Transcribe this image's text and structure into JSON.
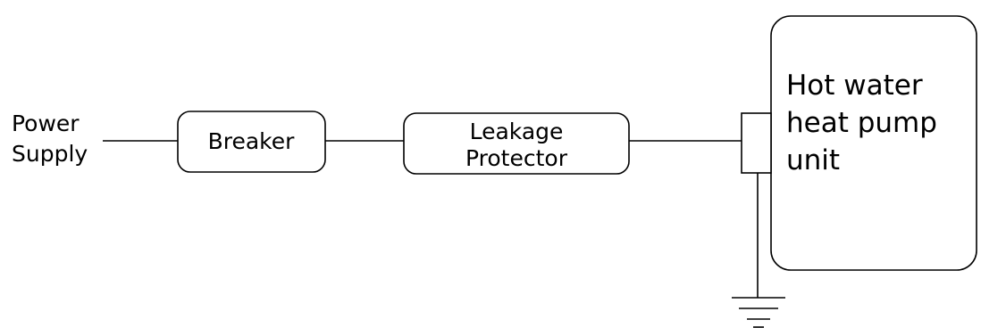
{
  "source": {
    "line1": "Power",
    "line2": "Supply"
  },
  "breaker": {
    "label": "Breaker"
  },
  "leakage_protector": {
    "line1": "Leakage",
    "line2": "Protector"
  },
  "unit": {
    "line1": "Hot water",
    "line2": "heat pump",
    "line3": "unit"
  },
  "colors": {
    "stroke": "#000000",
    "background": "#ffffff"
  }
}
